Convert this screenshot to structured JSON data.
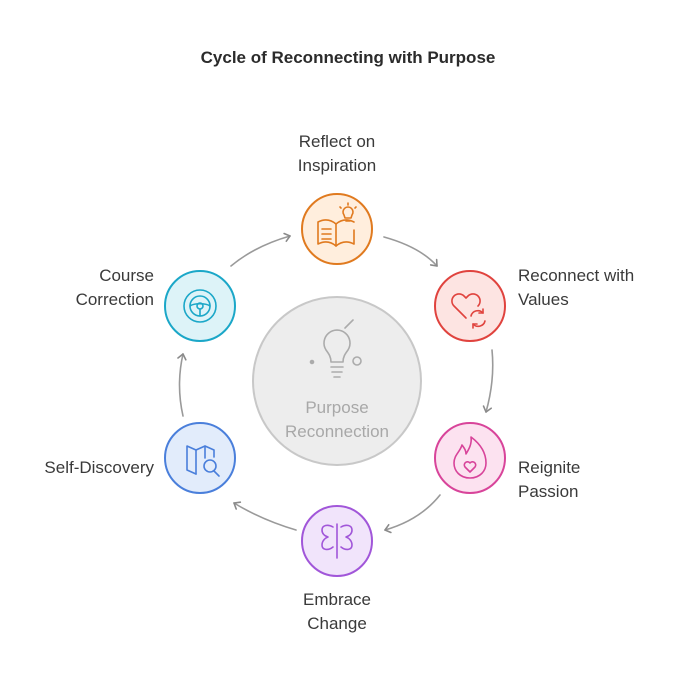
{
  "title": "Cycle of Reconnecting with Purpose",
  "center": {
    "line1": "Purpose",
    "line2": "Reconnection",
    "icon": "lightbulb-icon"
  },
  "nodes": [
    {
      "id": "reflect",
      "line1": "Reflect on",
      "line2": "Inspiration",
      "icon": "book-lightbulb-icon",
      "color": "#E07A1F",
      "fill": "#FFEEDD"
    },
    {
      "id": "values",
      "line1": "Reconnect with",
      "line2": "Values",
      "icon": "heart-refresh-icon",
      "color": "#E0433E",
      "fill": "#FDE4E2"
    },
    {
      "id": "passion",
      "line1": "Reignite",
      "line2": "Passion",
      "icon": "flame-heart-icon",
      "color": "#D8449A",
      "fill": "#FCE2F0"
    },
    {
      "id": "change",
      "line1": "Embrace",
      "line2": "Change",
      "icon": "butterfly-icon",
      "color": "#A156D9",
      "fill": "#F1E4FB"
    },
    {
      "id": "discovery",
      "line1": "Self-Discovery",
      "line2": "",
      "icon": "map-search-icon",
      "color": "#4A7FDB",
      "fill": "#E2ECFB"
    },
    {
      "id": "correction",
      "line1": "Course",
      "line2": "Correction",
      "icon": "steering-wheel-icon",
      "color": "#1BA7C8",
      "fill": "#DDF3F8"
    }
  ]
}
